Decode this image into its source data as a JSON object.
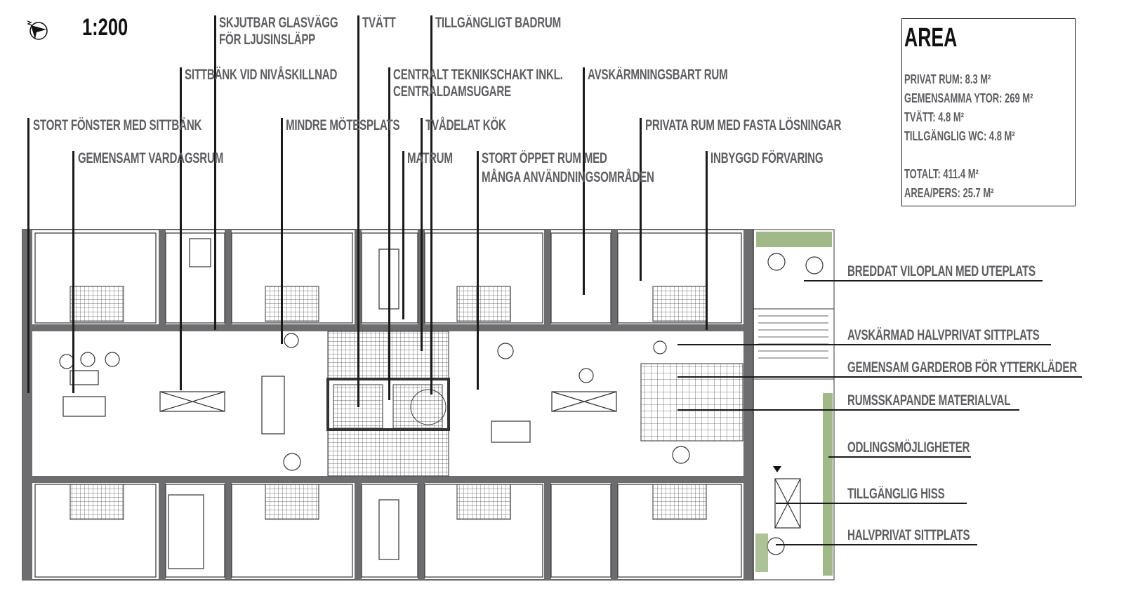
{
  "scale": "1:200",
  "compass": "north-arrow-icon",
  "area_box": {
    "title": "AREA",
    "rows": [
      "PRIVAT RUM: 8.3 M²",
      "GEMENSAMMA YTOR: 269 M²",
      "TVÄTT: 4.8 M²",
      "TILLGÄNGLIG WC: 4.8 M²",
      "TOTALT: 411.4 M²",
      "AREA/PERS: 25.7 M²"
    ]
  },
  "top_labels": {
    "glasvagg": [
      "SKJUTBAR GLASVÄGG",
      "FÖR LJUSINSLÄPP"
    ],
    "tvatt": "TVÄTT",
    "badrum": "TILLGÄNGLIGT BADRUM",
    "sittbank": "SITTBÄNK VID NIVÅSKILLNAD",
    "teknikschakt": [
      "CENTRALT TEKNIKSCHAKT INKL.",
      "CENTRALDAMSUGARE"
    ],
    "avskarm": "AVSKÄRMNINGSBART RUM",
    "fonster": "STORT FÖNSTER MED SITTBÄNK",
    "motesplats": "MINDRE MÖTESPLATS",
    "kok": "TVÅDELAT KÖK",
    "privata": "PRIVATA RUM MED FASTA LÖSNINGAR",
    "vardagsrum": "GEMENSAMT VARDAGSRUM",
    "matrum": "MATRUM",
    "oppet": [
      "STORT ÖPPET RUM MED",
      "MÅNGA ANVÄNDNINGSOMRÅDEN"
    ],
    "forvaring": "INBYGGD FÖRVARING"
  },
  "right_labels": [
    "BREDDAT VILOPLAN MED UTEPLATS",
    "AVSKÄRMAD HALVPRIVAT SITTPLATS",
    "GEMENSAM GARDEROB FÖR YTTERKLÄDER",
    "RUMSSKAPANDE MATERIALVAL",
    "ODLINGSMÖJLIGHETER",
    "TILLGÄNGLIG HISS",
    "HALVPRIVAT SITTPLATS"
  ],
  "colors": {
    "wall": "#6d6d70",
    "text": "#5e5e62",
    "green": "#8aa86a"
  }
}
